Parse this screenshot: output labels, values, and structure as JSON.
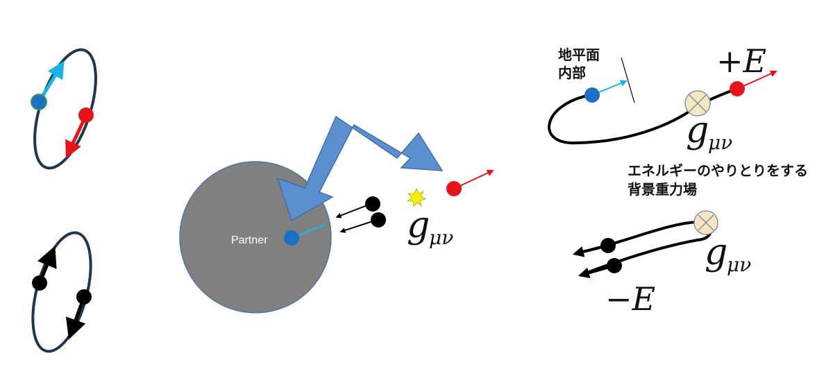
{
  "labels": {
    "partner": "Partner",
    "horizon_interior_line1": "地平面",
    "horizon_interior_line2": "内部",
    "positive_energy": "+E",
    "negative_energy": "−E",
    "metric_g": "g",
    "metric_sub": "μν",
    "background_line1": "エネルギーのやりとりをする",
    "background_line2": "背景重力場"
  },
  "colors": {
    "loop_stroke": "#1f3550",
    "blue_particle": "#1b6fc4",
    "cyan_arrow": "#18b4e8",
    "red_particle": "#e8141c",
    "black_particle": "#000000",
    "black_hole": "#808080",
    "black_hole_edge": "#4a79a8",
    "zigzag_arrow": "#5b8fcf",
    "zigzag_edge": "#3f6fa8",
    "spark": "#f4f000",
    "vertex_fill": "#f8e6c0",
    "vertex_edge": "#7a92a8"
  }
}
